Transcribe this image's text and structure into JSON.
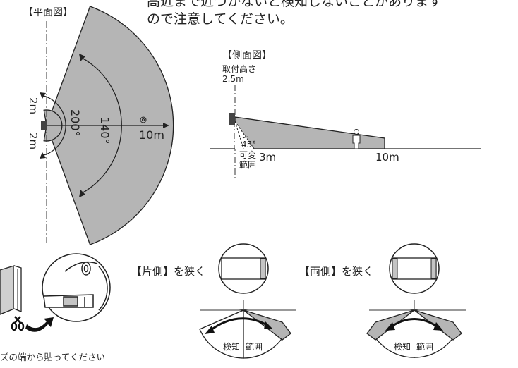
{
  "intro_text": [
    "高近まで近づかないと検知しないことがあります",
    "ので注意してください。"
  ],
  "plan_view": {
    "title": "【平面図】",
    "angle_outer": "140°",
    "angle_inner": "200°",
    "range_far": "10m",
    "range_near_top": "2m",
    "range_near_bottom": "2m"
  },
  "side_view": {
    "title": "【側面図】",
    "mount_height_label": "取付高さ",
    "mount_height_value": "2.5m",
    "tilt_angle": "45°",
    "adjustable_label_1": "可変",
    "adjustable_label_2": "範囲",
    "range_near": "3m",
    "range_far": "10m"
  },
  "narrow_one_side": {
    "title": "【片側】を狭く",
    "detect_label_1": "検知",
    "detect_label_2": "範囲"
  },
  "narrow_both_sides": {
    "title": "【両側】を狭く",
    "detect_label_1": "検知",
    "detect_label_2": "範囲"
  },
  "install_caption": "ズの端から貼ってください",
  "colors": {
    "area_gray": "#b5b5b5",
    "line": "#222222",
    "sticker_gray": "#c4c4c4"
  }
}
